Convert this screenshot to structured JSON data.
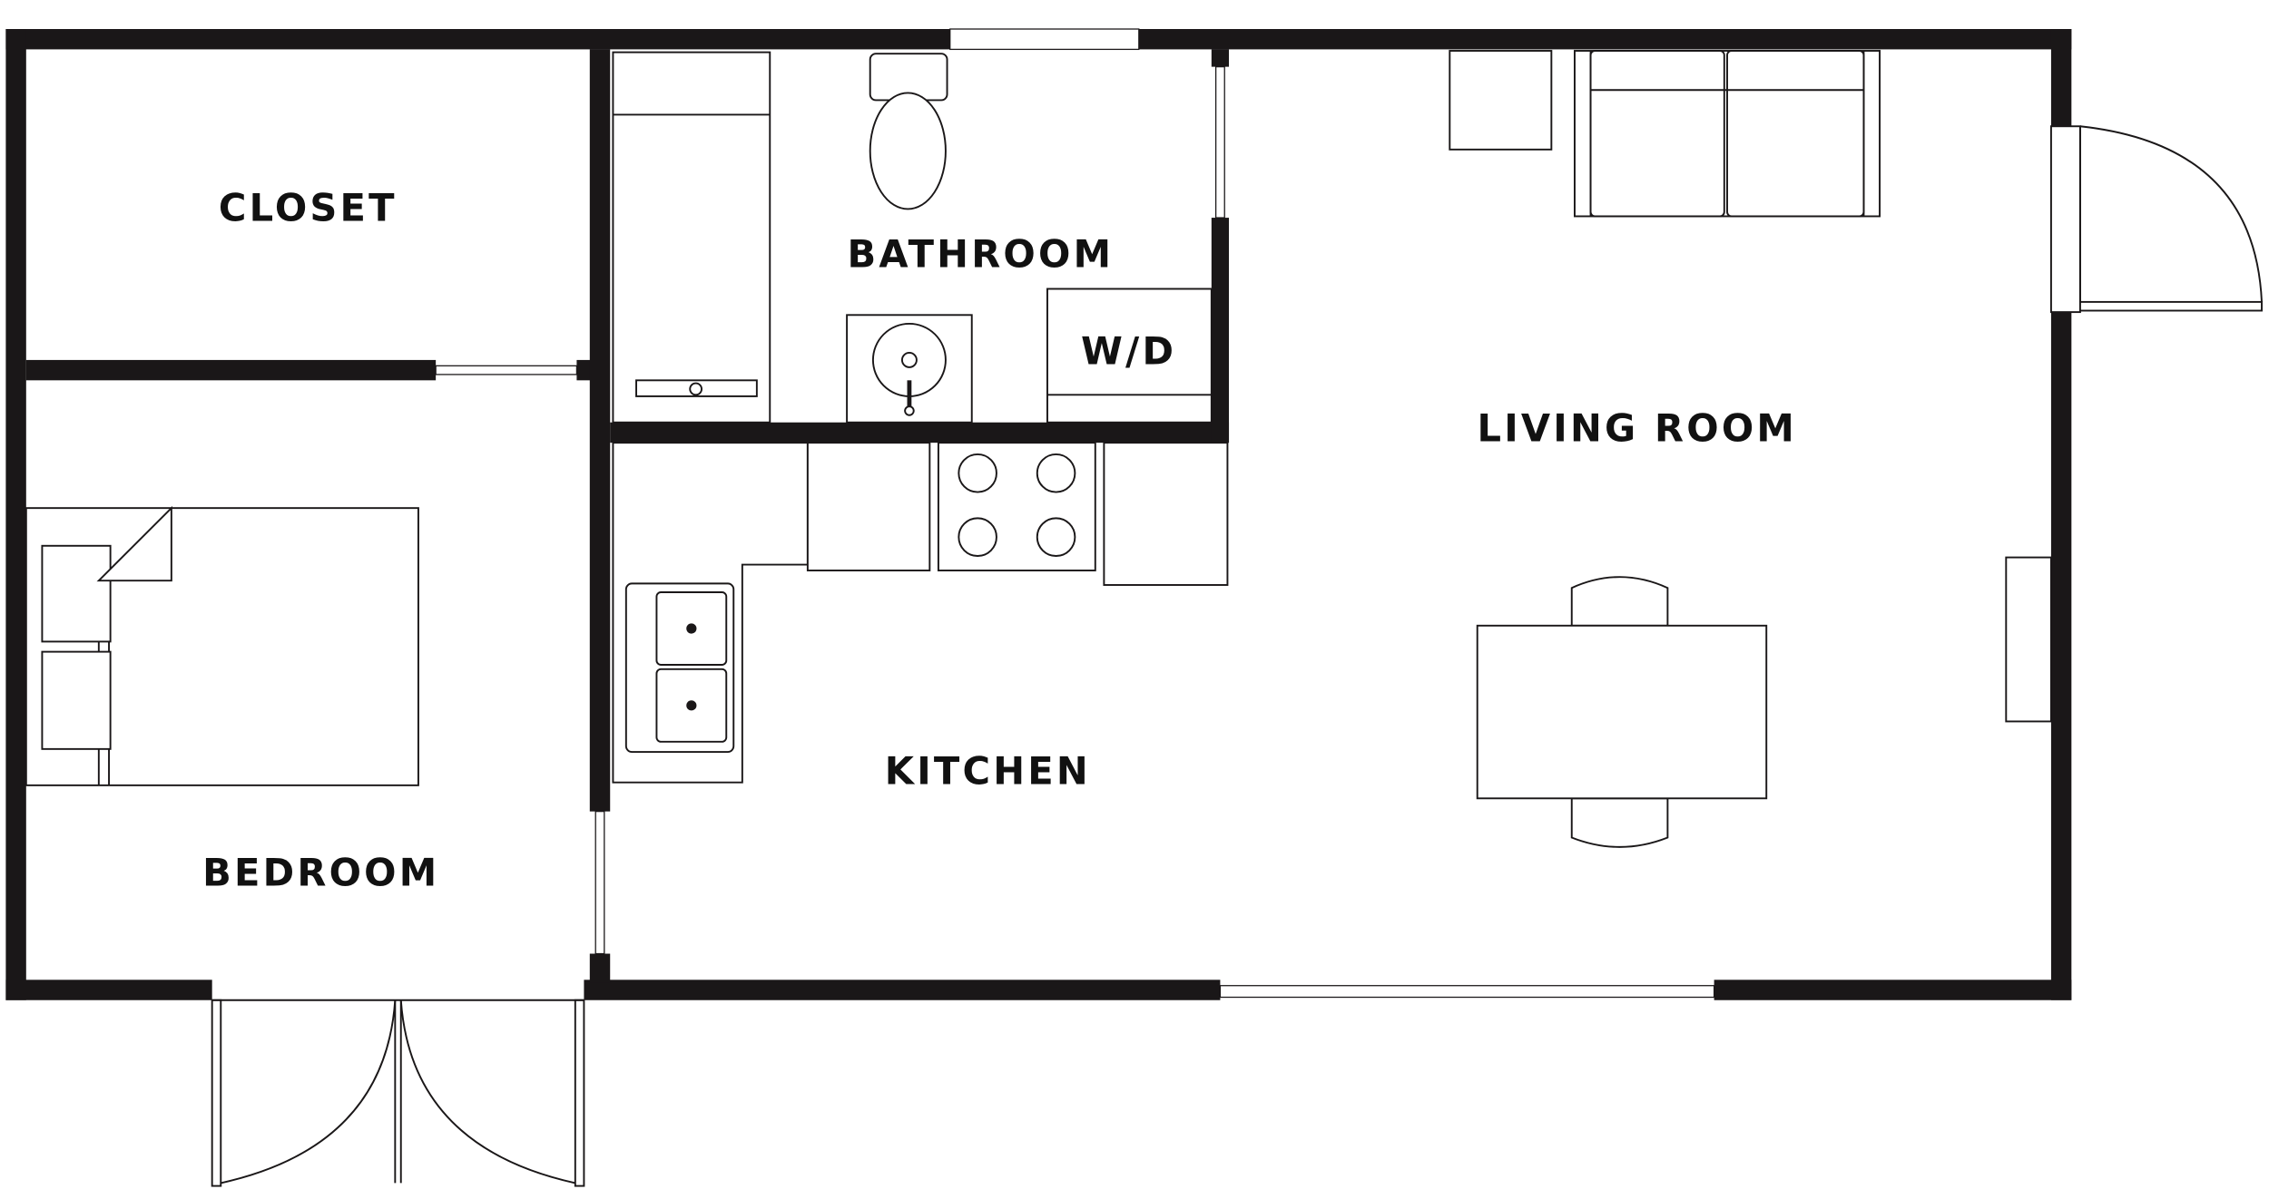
{
  "floorplan": {
    "rooms": {
      "closet": "CLOSET",
      "bathroom": "BATHROOM",
      "washer_dryer": "W/D",
      "living_room": "LIVING ROOM",
      "kitchen": "KITCHEN",
      "bedroom": "BEDROOM"
    },
    "colors": {
      "wall": "#1a1718",
      "background": "#ffffff"
    }
  }
}
